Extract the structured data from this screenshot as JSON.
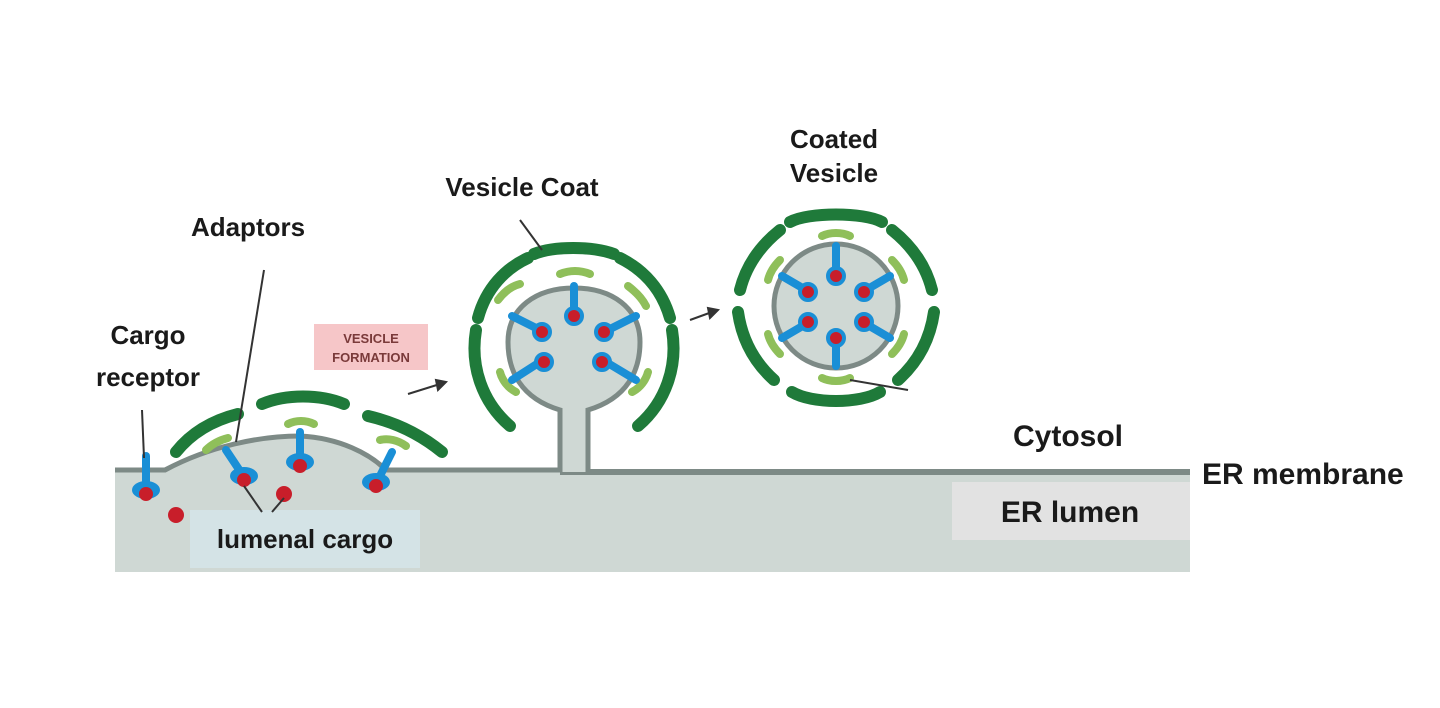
{
  "labels": {
    "cargo_receptor_1": "Cargo",
    "cargo_receptor_2": "receptor",
    "adaptors": "Adaptors",
    "vesicle_formation_1": "VESICLE",
    "vesicle_formation_2": "FORMATION",
    "vesicle_coat": "Vesicle Coat",
    "coated_vesicle_1": "Coated",
    "coated_vesicle_2": "Vesicle",
    "cytosol": "Cytosol",
    "er_membrane": "ER membrane",
    "er_lumen": "ER lumen",
    "lumenal_cargo": "lumenal cargo"
  },
  "colors": {
    "coat": "#1f7a3a",
    "adaptor": "#8fbf5a",
    "receptor": "#1a8fd6",
    "cargo": "#c81e2a",
    "lumen": "#cfd8d4",
    "membrane": "#7d8a86",
    "formation_box": "#f6c6c8"
  }
}
